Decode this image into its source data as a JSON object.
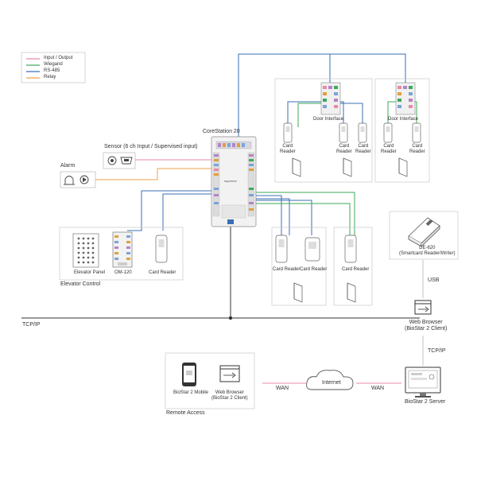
{
  "legend": {
    "items": [
      {
        "label": "Input / Output",
        "color": "#e88aa8"
      },
      {
        "label": "Wiegand",
        "color": "#3daa5a"
      },
      {
        "label": "RS-485",
        "color": "#3a6fb5"
      },
      {
        "label": "Relay",
        "color": "#f0a050"
      }
    ]
  },
  "labels": {
    "corestation": "CoreStation 20",
    "sensor": "Sensor (6 ch Input / Supervised input)",
    "alarm": "Alarm",
    "elevator_panel": "Elevator Panel",
    "om120": "OM-120",
    "card_reader": "Card Reader",
    "card_reader_split": "Card\nReader",
    "elevator_control": "Elevator Control",
    "door_interface": "Door Interface",
    "de620": "DE-620\n(Smartcard Reader/Writer)",
    "usb": "USB",
    "tcpip": "TCP/IP",
    "web_browser": "Web Browser\n(BioStar 2 Client)",
    "tcpip_server": "TCP/IP",
    "biostar_server": "BioStar 2 Server",
    "wan": "WAN",
    "internet": "Internet",
    "biostar_mobile": "BioStar 2 Mobile",
    "remote_web_browser": "Web Browser\n(BioStar 2 Client)",
    "remote_access": "Remote Access",
    "device_brand": "suprema"
  }
}
